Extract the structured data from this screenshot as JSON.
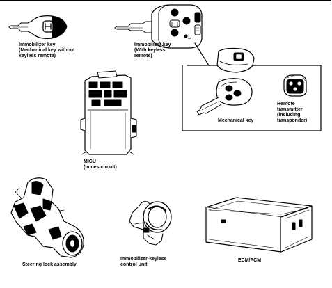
{
  "labels": {
    "immobilizer_key_mechanical": "Immobilizer key\n(Mechanical key without\nkeyless remote)",
    "immobilizer_key_remote": "Immobilizer key\n(With keyless\nremote)",
    "mechanical_key": "Mechanical key",
    "remote_transmitter": "Remote\ntransmitter\n(including\ntransponder)",
    "micu": "MICU\n(Imoes circuit)",
    "steering_lock": "Steering lock assembly",
    "immobilizer_control_unit": "Immobilizer-keyless\ncontrol unit",
    "ecm_pcm": "ECM/PCM"
  },
  "icons": {
    "key_mechanical": "key-icon",
    "key_remote": "remote-key-icon",
    "mechanical_key_detail": "mechanical-key-icon",
    "remote_transmitter": "remote-transmitter-icon",
    "micu": "micu-unit-icon",
    "steering_lock": "steering-lock-icon",
    "control_unit": "immobilizer-ring-icon",
    "ecm": "ecm-box-icon"
  }
}
